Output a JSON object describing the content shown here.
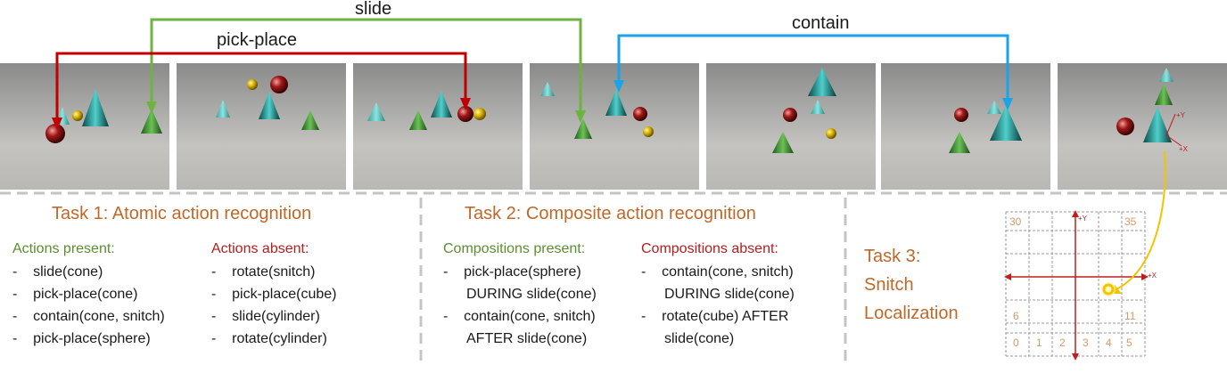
{
  "arrows": {
    "slide": "slide",
    "pick_place": "pick-place",
    "contain": "contain"
  },
  "frame_labels": {
    "plus_y": "+Y",
    "plus_x": "+X"
  },
  "task1": {
    "title": "Task 1: Atomic action recognition",
    "present_header": "Actions present:",
    "present": [
      "slide(cone)",
      "pick-place(cone)",
      "contain(cone, snitch)",
      "pick-place(sphere)"
    ],
    "absent_header": "Actions absent:",
    "absent": [
      "rotate(snitch)",
      "pick-place(cube)",
      "slide(cylinder)",
      "rotate(cylinder)"
    ]
  },
  "task2": {
    "title": "Task 2: Composite action recognition",
    "present_header": "Compositions present:",
    "present": [
      [
        "pick-place(sphere)",
        "DURING slide(cone)"
      ],
      [
        "contain(cone, snitch)",
        "AFTER slide(cone)"
      ]
    ],
    "absent_header": "Compositions absent:",
    "absent": [
      [
        "contain(cone, snitch)",
        "DURING slide(cone)"
      ],
      [
        "rotate(cube) AFTER",
        "slide(cone)"
      ]
    ]
  },
  "task3": {
    "lines": [
      "Task 3:",
      "Snitch",
      "Localization"
    ]
  },
  "grid": {
    "top_left": "30",
    "top_right": "35",
    "mid_left": "6",
    "mid_right": "11",
    "bottom_row": [
      "0",
      "1",
      "2",
      "3",
      "4",
      "5"
    ],
    "plus_y": "+Y",
    "plus_x": "+X"
  },
  "colors": {
    "slide": "#6cb33f",
    "pick_place": "#c00000",
    "contain": "#1aa3e8",
    "task_title": "#c0682a",
    "present": "#5a8f2e",
    "absent": "#b41e1e",
    "snitch": "#f2d000"
  },
  "icons": [
    "cone",
    "sphere",
    "snitch",
    "cylinder"
  ]
}
